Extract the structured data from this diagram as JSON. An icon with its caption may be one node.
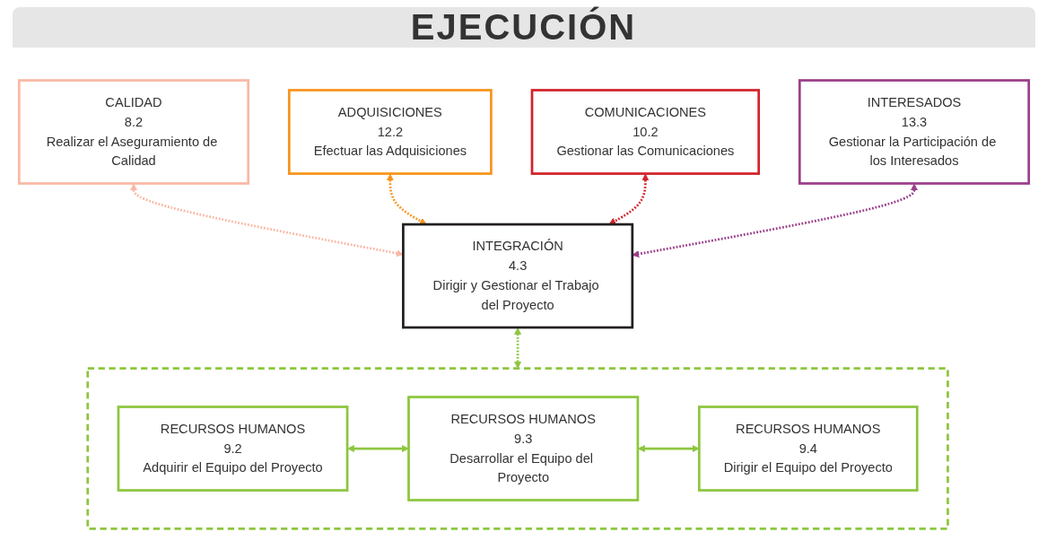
{
  "diagram": {
    "title": "EJECUCIÓN",
    "nodes": [
      {
        "text": [],
        "shape": "box"
      },
      {
        "text": [
          "RECURSOS HUMANOS",
          "9.2",
          "Adquirir el Equipo del Proyecto"
        ],
        "in": 0
      },
      {
        "text": [
          "RECURSOS HUMANOS",
          "9.3",
          "Desarrollar el Equipo del Proyecto"
        ],
        "in": 0
      },
      {
        "text": [
          "RECURSOS HUMANOS",
          "9.4",
          "Dirigir el Equipo del Proyecto"
        ],
        "in": 0
      },
      {
        "text": [
          "CALIDAD",
          "8.2",
          "Realizar el Aseguramiento de Calidad"
        ]
      },
      {
        "text": [
          "ADQUISICIONES",
          "12.2",
          "Efectuar las Adquisiciones"
        ]
      },
      {
        "text": [
          "INTEGRACIÓN",
          "4.3",
          "Dirigir y Gestionar el Trabajo del Proyecto"
        ]
      },
      {
        "text": [
          "COMUNICACIONES",
          "10.2",
          "Gestionar las Comunicaciones"
        ]
      },
      {
        "text": [
          "INTERESADOS",
          "13.3",
          "Gestionar la Participación de los Interesados"
        ]
      }
    ],
    "edges": [
      {
        "from": 1,
        "to": 2,
        "arrow": "both",
        "color": "#8dc63f"
      },
      {
        "from": 2,
        "to": 3,
        "arrow": "both",
        "color": "#8dc63f"
      },
      {
        "from": 6,
        "to": 0,
        "arrow": "both",
        "style": "dashed",
        "color": "#8dc63f"
      },
      {
        "from": 4,
        "to": 6,
        "arrow": "both",
        "style": "dashed",
        "color": "#f9b9a5"
      },
      {
        "from": 5,
        "to": 6,
        "arrow": "both",
        "style": "dashed",
        "color": "#f7941d"
      },
      {
        "from": 7,
        "to": 6,
        "arrow": "both",
        "style": "dashed",
        "color": "#d2232a"
      },
      {
        "from": 8,
        "to": 6,
        "arrow": "both",
        "style": "dashed",
        "color": "#9b3f8b"
      }
    ]
  }
}
